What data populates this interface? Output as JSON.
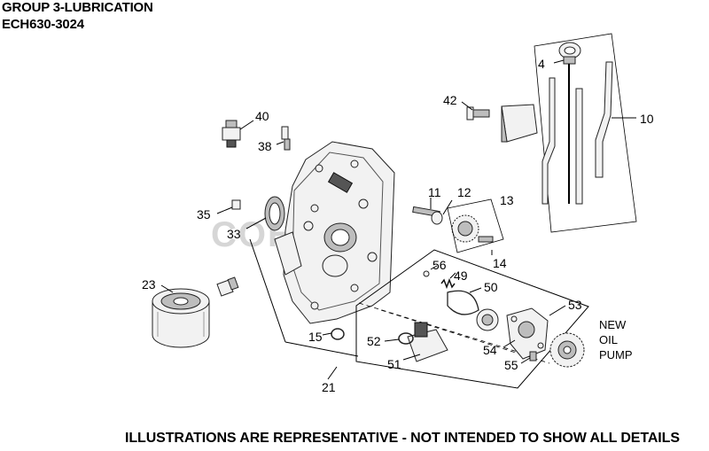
{
  "header": {
    "group": "GROUP 3-LUBRICATION",
    "model": "ECH630-3024"
  },
  "footer": "ILLUSTRATIONS ARE REPRESENTATIVE - NOT INTENDED TO SHOW ALL DETAILS",
  "watermark": "COHLER",
  "note": {
    "line1": "NEW",
    "line2": "OIL",
    "line3": "PUMP"
  },
  "callouts": {
    "c4": "4",
    "c10": "10",
    "c11": "11",
    "c12": "12",
    "c13": "13",
    "c14": "14",
    "c15": "15",
    "c21": "21",
    "c23": "23",
    "c33": "33",
    "c35": "35",
    "c38": "38",
    "c40": "40",
    "c42": "42",
    "c49": "49",
    "c50": "50",
    "c51": "51",
    "c52": "52",
    "c53": "53",
    "c54": "54",
    "c55": "55",
    "c56": "56"
  }
}
